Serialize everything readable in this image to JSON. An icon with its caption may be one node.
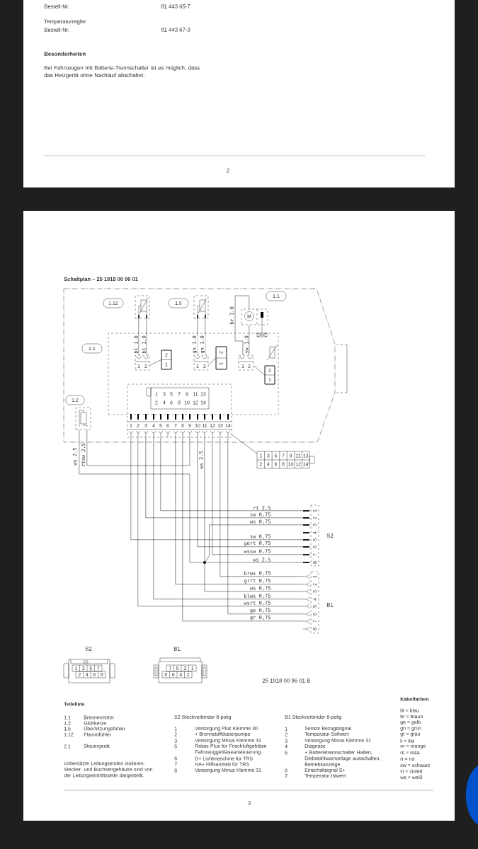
{
  "diagram": {
    "title": "Schaltplan – 25 1918 00 96 01",
    "nodes": [
      {
        "text": [],
        "shape": "box"
      },
      {
        "text": [
          "1.12"
        ],
        "in": 0
      },
      {
        "text": [
          "1.5"
        ],
        "in": 0
      },
      {
        "text": [
          "1.1"
        ],
        "in": 0
      },
      {
        "text": [
          "2.1"
        ],
        "in": 0
      },
      {
        "text": [
          "1.2"
        ],
        "in": 0
      },
      {
        "text": [],
        "shape": "box",
        "in": 0
      },
      {
        "text": [],
        "shape": "box",
        "in": 0
      },
      {
        "text": [],
        "shape": "box",
        "in": 0
      },
      {
        "text": [
          "M"
        ],
        "in": 0
      },
      {
        "text": [
          "1",
          "2"
        ],
        "in": 6
      },
      {
        "text": [
          "1",
          "2"
        ],
        "in": 6
      },
      {
        "text": [
          "1",
          "2"
        ],
        "in": 6
      },
      {
        "text": [
          "2",
          "1"
        ],
        "in": 6
      },
      {
        "text": [
          "2",
          "1"
        ],
        "in": 6
      },
      {
        "text": [
          "2",
          "1"
        ],
        "in": 6
      },
      {
        "text": [
          "1",
          "2",
          "3",
          "4",
          "5",
          "6",
          "7",
          "8",
          "9",
          "10",
          "11",
          "12",
          "13",
          "14"
        ],
        "in": 0
      },
      {
        "text": [
          "1",
          "3",
          "5",
          "7",
          "9",
          "11",
          "13",
          "2",
          "4",
          "6",
          "8",
          "10",
          "12",
          "14"
        ]
      },
      {
        "text": [],
        "shape": "box",
        "in": 0
      },
      {
        "text": [],
        "shape": "circle"
      },
      {
        "text": [
          "1",
          "3",
          "5",
          "7",
          "9",
          "11",
          "13",
          "2",
          "4",
          "6",
          "8",
          "10",
          "12",
          "14"
        ]
      },
      {
        "text": [
          "1",
          "2",
          "3",
          "4",
          "5",
          "6",
          "7",
          "8"
        ],
        "beside": [
          "S2"
        ]
      },
      {
        "text": [
          "1",
          "2",
          "3",
          "4",
          "5",
          "6",
          "7",
          "8"
        ],
        "beside": [
          "B1"
        ]
      },
      {
        "text": [
          "1",
          "3",
          "5",
          "7",
          "2",
          "4",
          "6",
          "8"
        ],
        "beside": [
          "S2"
        ]
      },
      {
        "text": [
          "7",
          "5",
          "3",
          "1",
          "8",
          "6",
          "4",
          "2"
        ],
        "beside": [
          "B1"
        ]
      }
    ],
    "edges": [
      {
        "from": 7,
        "to": 10,
        "arrow": "none",
        "label": "bl 1.0"
      },
      {
        "from": 7,
        "to": 10,
        "arrow": "none",
        "label": "bl 1.0"
      },
      {
        "from": 8,
        "to": 11,
        "arrow": "none",
        "label": "gn 1.0"
      },
      {
        "from": 8,
        "to": 11,
        "arrow": "none",
        "label": "gn 1.0"
      },
      {
        "from": 9,
        "to": 12,
        "arrow": "none",
        "label": "br 1.0"
      },
      {
        "from": 9,
        "to": 12,
        "arrow": "none",
        "label": "sw 1.0"
      },
      {
        "from": 10,
        "to": 13,
        "arrow": "none"
      },
      {
        "from": 11,
        "to": 14,
        "arrow": "none"
      },
      {
        "from": 12,
        "to": 15,
        "arrow": "none"
      },
      {
        "from": 16,
        "to": 20,
        "arrow": "none"
      },
      {
        "from": 16,
        "to": 21,
        "arrow": "none",
        "label": "rt 2.5"
      },
      {
        "from": 16,
        "to": 21,
        "arrow": "none",
        "label": "sw 0,75"
      },
      {
        "from": 19,
        "to": 21,
        "arrow": "none",
        "label": "ws 0,75"
      },
      {
        "from": 16,
        "to": 21,
        "arrow": "none",
        "label": "sw 0,75"
      },
      {
        "from": 16,
        "to": 21,
        "arrow": "none",
        "label": "gert 0,75"
      },
      {
        "from": 16,
        "to": 21,
        "arrow": "none",
        "label": "wssw 0,75"
      },
      {
        "from": 19,
        "to": 21,
        "arrow": "none",
        "label": "ws 2.5"
      },
      {
        "from": 16,
        "to": 19,
        "arrow": "none",
        "label": "ws 2.5"
      },
      {
        "from": 18,
        "to": 19,
        "arrow": "none",
        "label": "ws 2.5"
      },
      {
        "from": 18,
        "to": 16,
        "arrow": "none",
        "label": "rtsw 2.5"
      },
      {
        "from": 16,
        "to": 22,
        "arrow": "none",
        "label": "brws 0,75"
      },
      {
        "from": 16,
        "to": 22,
        "arrow": "none",
        "label": "grrt 0,75"
      },
      {
        "from": 19,
        "to": 22,
        "arrow": "none",
        "label": "ws 0,75"
      },
      {
        "from": 16,
        "to": 22,
        "arrow": "none",
        "label": "blws 0,75"
      },
      {
        "from": 16,
        "to": 22,
        "arrow": "none",
        "label": "wsrt 0,75"
      },
      {
        "from": 16,
        "to": 22,
        "arrow": "none",
        "label": "ge 0,75"
      },
      {
        "from": 16,
        "to": 22,
        "arrow": "none",
        "label": "gr 0,75"
      }
    ],
    "labels": [
      "Bestell-Nr.",
      "81 443 65-7",
      "Temperaturregler",
      "Bestell-Nr.",
      "81 443 67-3",
      "Besonderheiten",
      "Bei Fahrzeugen mit Batterie-Trennschalter ist es möglich, dass das Heizgerät ohne Nachlauf abschaltet.",
      "2",
      "25 1918 00 96 01 B",
      "Teileliste",
      "1.1",
      "Brennermotor",
      "1.2",
      "Glühkerze",
      "1.5",
      "Überhitzungsfühler",
      "1.12",
      "Flammfühler",
      "2.1",
      "Steuergerät",
      "Unbenützte Leitungsenden isolieren. Stecker- und Buchsengehäuse sind von der Leitungseintrittsseite dargestellt.",
      "S2 Steckverbinder 8-polig",
      "1",
      "Versorgung Plus Klemme 30",
      "2",
      "+ Brennstoffdosierpumpe",
      "3",
      "Versorgung Minus Klemme 31",
      "5",
      "Relais Plus für Frischluftgebläse Fahrzeuggebläseansteuerung",
      "6",
      "D+ Lichtmaschine für TRS",
      "7",
      "HA+ Hilfsantrieb für TRS",
      "8",
      "Versorgung Minus Klemme 31",
      "B1 Steckverbinder 8-polig",
      "1",
      "Sensor Bezugssignal",
      "2",
      "Temperatur Sollwert",
      "3",
      "Versorgung Minus Klemme 31",
      "4",
      "Diagnose",
      "5",
      "+ Batterietrennschalter Halten, Diebstahlwarnanlage ausschalten, Betriebsanzeige",
      "6",
      "Einschaltsignal S+",
      "7",
      "Temperatur Istwert",
      "Kabelfarben",
      "bl = blau",
      "br = braun",
      "ge = gelb",
      "gn = grün",
      "gr = grau",
      "li = lila",
      "or = orange",
      "rs = rosa",
      "rt = rot",
      "sw = schwarz",
      "vi = violett",
      "ws = weiß",
      "3"
    ]
  }
}
